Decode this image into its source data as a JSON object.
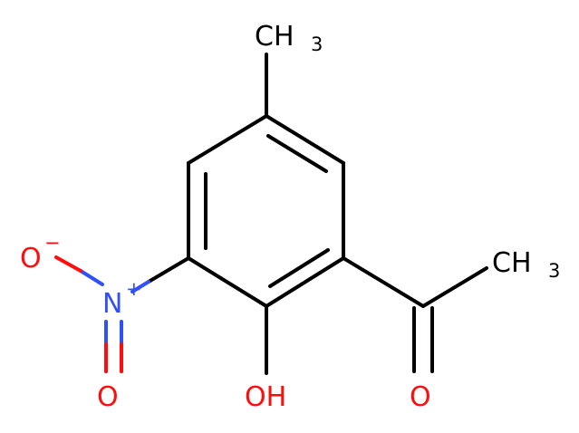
{
  "molecule": {
    "atom_labels": {
      "methyl_top": {
        "main": "CH",
        "sub": "3"
      },
      "methyl_right": {
        "main": "CH",
        "sub": "3"
      },
      "hydroxyl": {
        "main": "OH"
      },
      "carbonyl_oxygen": {
        "main": "O"
      },
      "nitro_nitrogen": {
        "main": "N",
        "charge": "+"
      },
      "nitro_oxygen_single": {
        "main": "O",
        "charge": "−"
      },
      "nitro_oxygen_double": {
        "main": "O"
      }
    }
  },
  "colors": {
    "bond": "#000000",
    "oxygen": "#ff0d0d",
    "nitrogen": "#3050f8"
  }
}
